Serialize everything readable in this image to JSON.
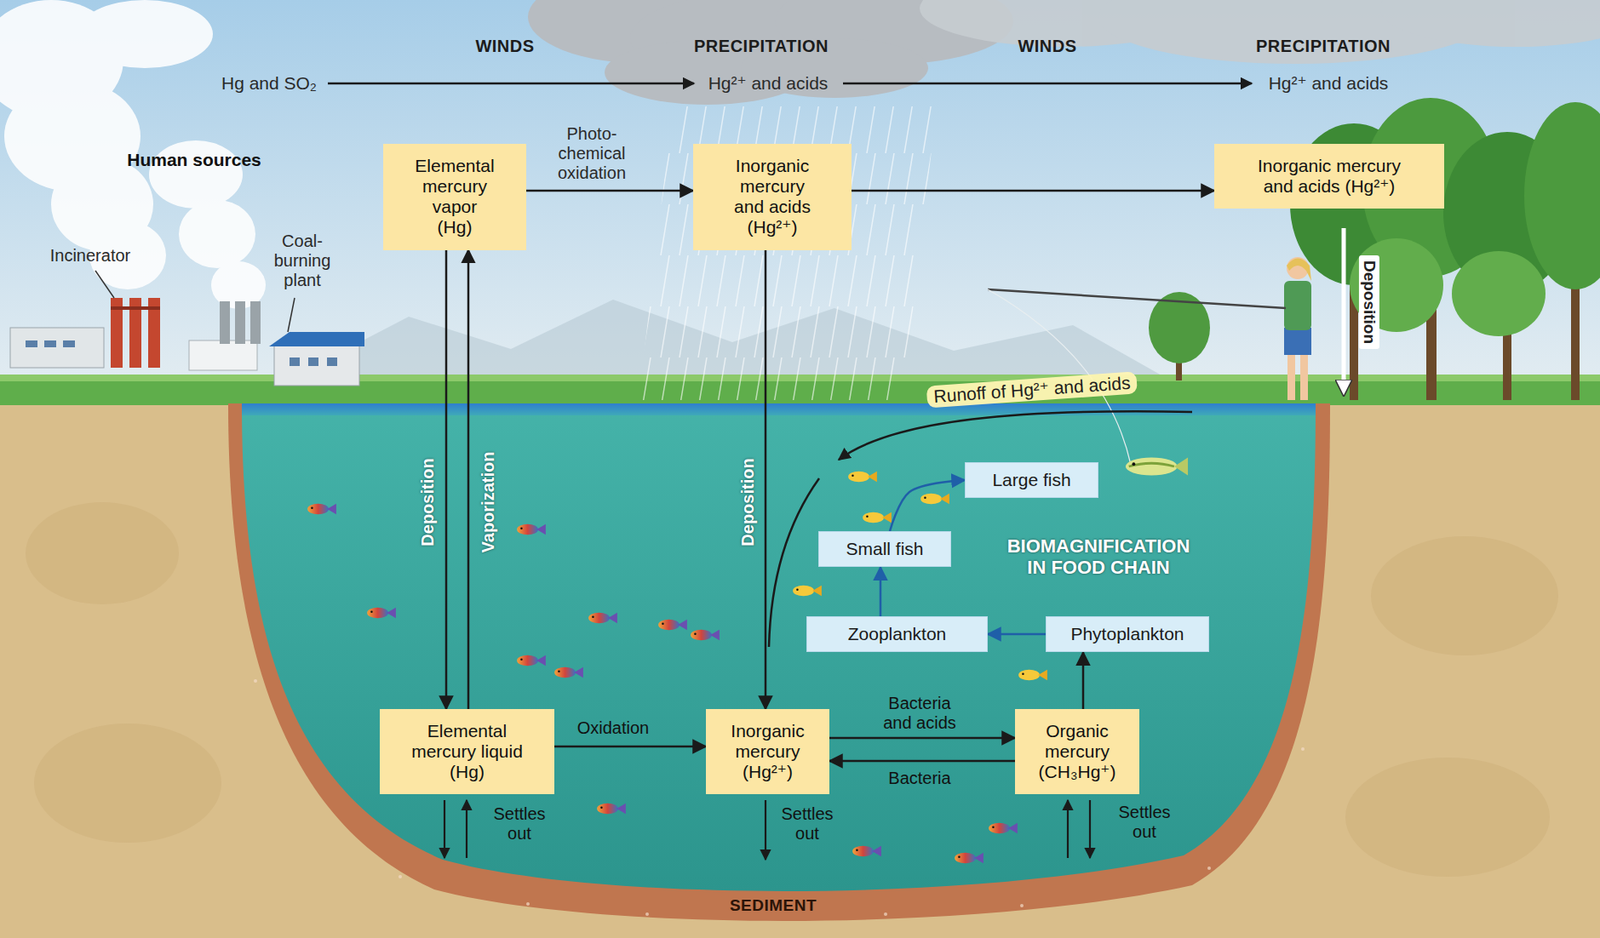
{
  "diagram": {
    "nodes": [
      {
        "text": [
          "Elemental mercury vapor (Hg)"
        ]
      },
      {
        "text": [
          "Inorganic mercury and acids (Hg²⁺)"
        ]
      },
      {
        "text": [
          "Inorganic mercury and acids (Hg²⁺)"
        ]
      },
      {
        "text": [
          "Large fish"
        ]
      },
      {
        "text": [
          "Small fish"
        ]
      },
      {
        "text": [
          "Zooplankton"
        ]
      },
      {
        "text": [
          "Phytoplankton"
        ]
      },
      {
        "text": [
          "Elemental mercury liquid (Hg)"
        ]
      },
      {
        "text": [
          "Inorganic mercury (Hg²⁺)"
        ]
      },
      {
        "text": [
          "Organic mercury (CH₃Hg⁺)"
        ]
      }
    ],
    "edges": [
      {
        "from": 0,
        "to": 1,
        "label": "Photo- chemical oxidation",
        "arrow": "to"
      },
      {
        "from": 1,
        "to": 2,
        "arrow": "to"
      },
      {
        "from": 0,
        "to": 7,
        "label": "Deposition",
        "arrow": "to"
      },
      {
        "from": 7,
        "to": 0,
        "label": "Vaporization",
        "arrow": "to"
      },
      {
        "from": 1,
        "to": 8,
        "label": "Deposition",
        "arrow": "to"
      },
      {
        "from": 7,
        "to": 8,
        "label": "Oxidation",
        "arrow": "to"
      },
      {
        "from": 8,
        "to": 9,
        "label": "Bacteria and acids",
        "arrow": "to"
      },
      {
        "from": 9,
        "to": 8,
        "label": "Bacteria",
        "arrow": "to"
      },
      {
        "from": 9,
        "to": 6,
        "arrow": "to"
      },
      {
        "from": 6,
        "to": 5,
        "arrow": "to"
      },
      {
        "from": 5,
        "to": 4,
        "arrow": "to"
      },
      {
        "from": 4,
        "to": 3,
        "arrow": "to"
      }
    ],
    "labels": [
      "WINDS",
      "PRECIPITATION",
      "WINDS",
      "PRECIPITATION",
      "Hg and SO₂",
      "Hg²⁺ and acids",
      "Hg²⁺ and acids",
      "Human sources",
      "Incinerator",
      "Coal- burning plant",
      "Deposition",
      "Runoff of Hg²⁺ and acids",
      "BIOMAGNIFICATION IN FOOD CHAIN",
      "Settles out",
      "Settles out",
      "Settles out",
      "SEDIMENT"
    ]
  }
}
